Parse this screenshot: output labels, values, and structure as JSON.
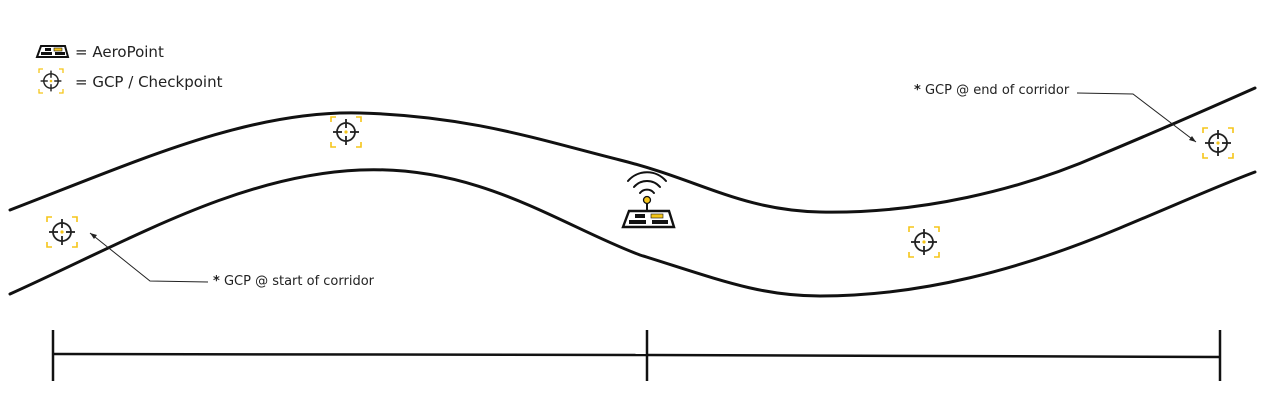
{
  "legend": {
    "aeropoint_label": "= AeroPoint",
    "gcp_label": "= GCP / Checkpoint"
  },
  "annotations": {
    "start": {
      "star": "*",
      "text": " GCP @ start of corridor"
    },
    "end": {
      "star": "*",
      "text": " GCP @ end of corridor"
    }
  },
  "icons": {
    "aeropoint": "aeropoint-icon",
    "gcp": "gcp-target-icon"
  },
  "colors": {
    "line": "#111111",
    "accent_yellow": "#f5c518",
    "icon_dark": "#222222"
  }
}
